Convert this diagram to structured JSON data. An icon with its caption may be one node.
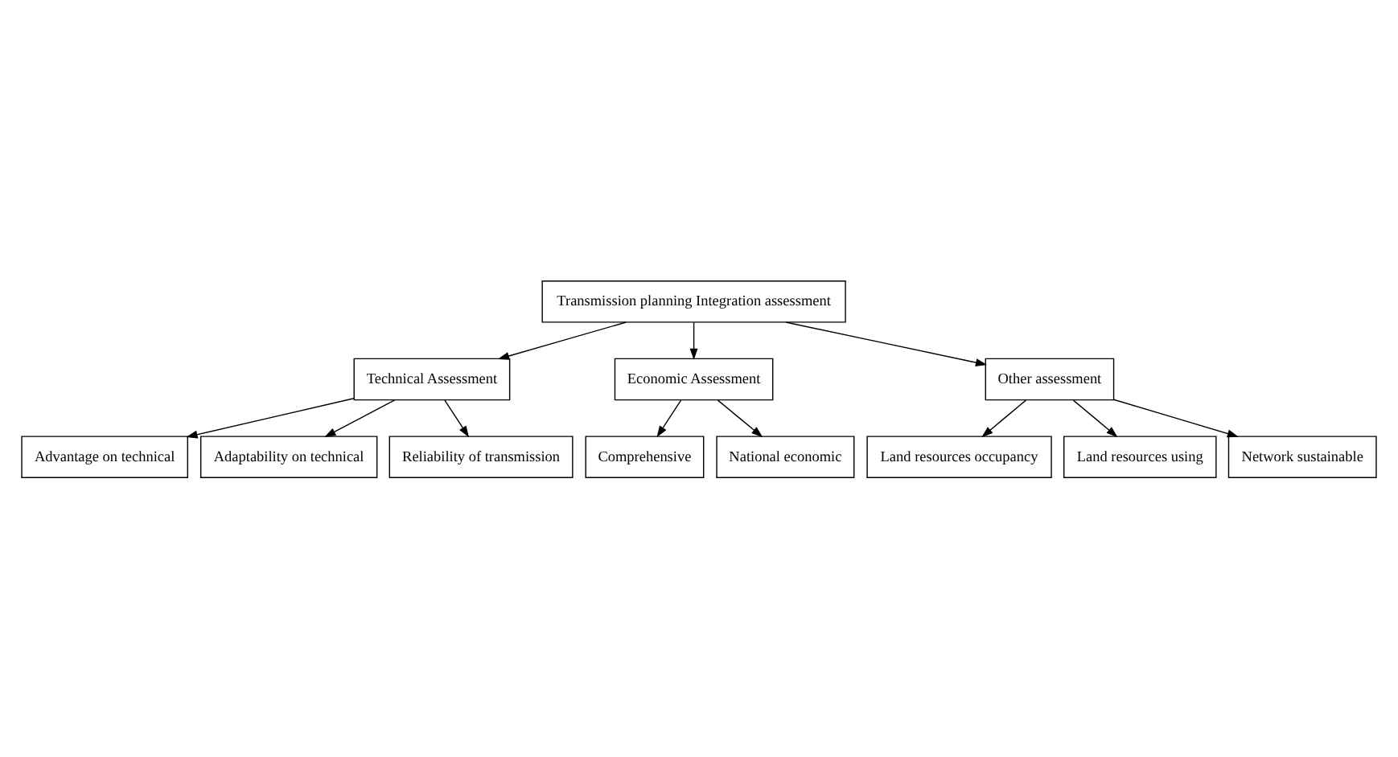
{
  "diagram": {
    "nodes": [
      {
        "text": [
          "Transmission planning Integration assessment"
        ]
      },
      {
        "text": [
          "Technical Assessment"
        ]
      },
      {
        "text": [
          "Economic Assessment"
        ]
      },
      {
        "text": [
          "Other assessment"
        ]
      },
      {
        "text": [
          "Advantage on technical"
        ]
      },
      {
        "text": [
          "Adaptability on technical"
        ]
      },
      {
        "text": [
          "Reliability of transmission"
        ]
      },
      {
        "text": [
          "Comprehensive"
        ]
      },
      {
        "text": [
          "National economic"
        ]
      },
      {
        "text": [
          "Land resources occupancy"
        ]
      },
      {
        "text": [
          "Land resources using"
        ]
      },
      {
        "text": [
          "Network sustainable"
        ]
      }
    ],
    "edges": [
      {
        "from": 0,
        "to": 1,
        "arrow": "to"
      },
      {
        "from": 0,
        "to": 2,
        "arrow": "to"
      },
      {
        "from": 0,
        "to": 3,
        "arrow": "to"
      },
      {
        "from": 1,
        "to": 4,
        "arrow": "to"
      },
      {
        "from": 1,
        "to": 5,
        "arrow": "to"
      },
      {
        "from": 1,
        "to": 6,
        "arrow": "to"
      },
      {
        "from": 2,
        "to": 7,
        "arrow": "to"
      },
      {
        "from": 2,
        "to": 8,
        "arrow": "to"
      },
      {
        "from": 3,
        "to": 9,
        "arrow": "to"
      },
      {
        "from": 3,
        "to": 10,
        "arrow": "to"
      },
      {
        "from": 3,
        "to": 11,
        "arrow": "to"
      }
    ]
  }
}
